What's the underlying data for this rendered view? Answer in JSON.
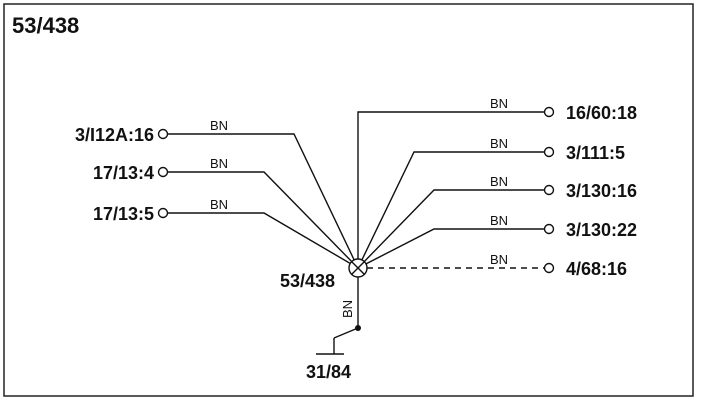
{
  "diagram": {
    "title": "53/438",
    "node_label": "53/438",
    "ground_label": "31/84",
    "ground_wire_color": "BN",
    "left_terminals": [
      {
        "label": "3/I12A:16",
        "wire_color": "BN"
      },
      {
        "label": "17/13:4",
        "wire_color": "BN"
      },
      {
        "label": "17/13:5",
        "wire_color": "BN"
      }
    ],
    "right_terminals": [
      {
        "label": "16/60:18",
        "wire_color": "BN",
        "dashed": false
      },
      {
        "label": "3/111:5",
        "wire_color": "BN",
        "dashed": false
      },
      {
        "label": "3/130:16",
        "wire_color": "BN",
        "dashed": false
      },
      {
        "label": "3/130:22",
        "wire_color": "BN",
        "dashed": false
      },
      {
        "label": "4/68:16",
        "wire_color": "BN",
        "dashed": true
      }
    ]
  }
}
